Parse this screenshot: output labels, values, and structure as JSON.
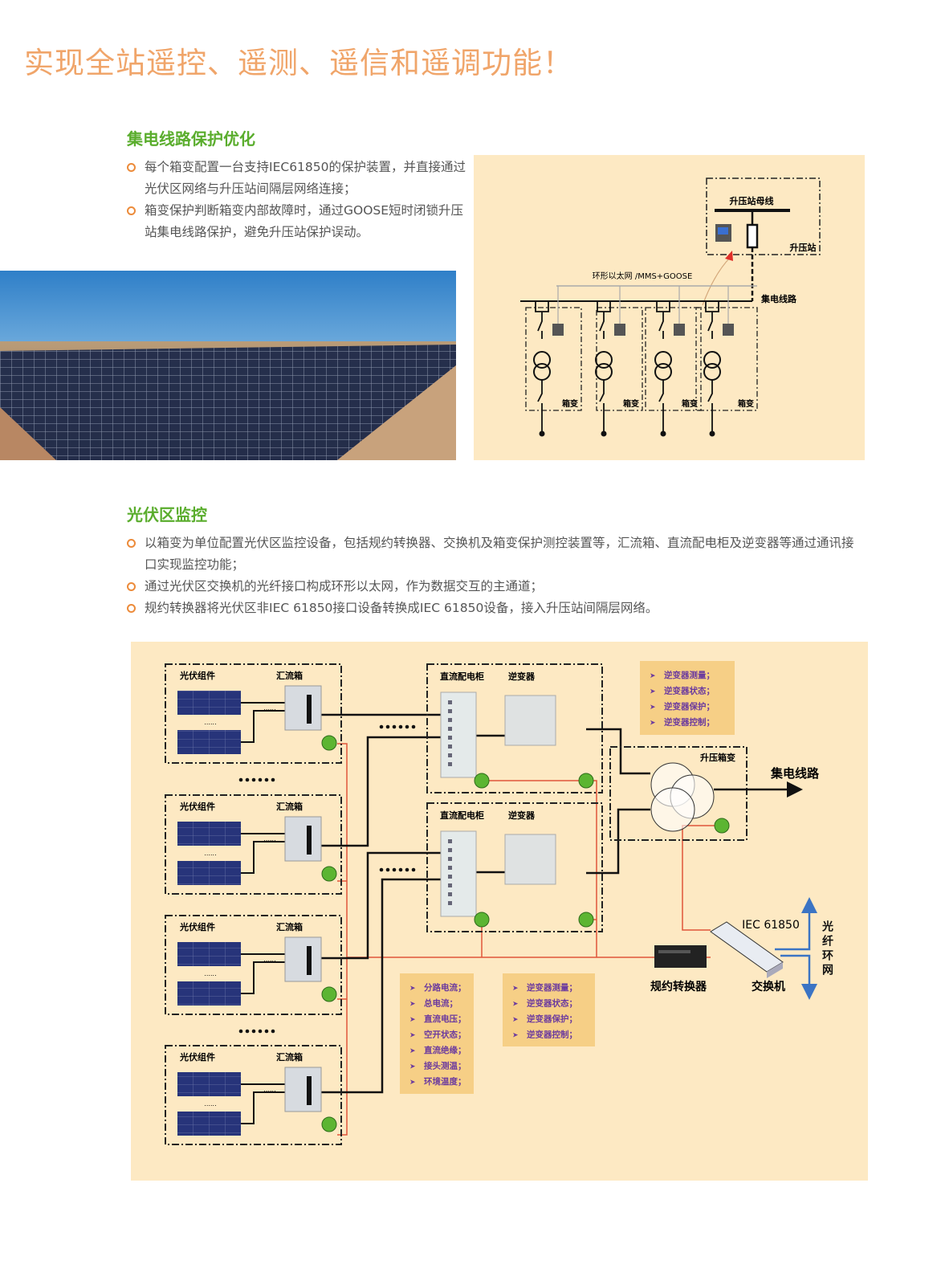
{
  "title": "实现全站遥控、遥测、遥信和遥调功能！",
  "section1": {
    "heading": "集电线路保护优化",
    "bullets": [
      "每个箱变配置一台支持IEC61850的保护装置，并直接通过光伏区网络与升压站间隔层网络连接；",
      "箱变保护判断箱变内部故障时，通过GOOSE短时闭锁升压站集电线路保护，避免升压站保护误动。"
    ],
    "diagram": {
      "bus_label": "升压站母线",
      "station_label": "升压站",
      "network_label": "环形以太网 /MMS+GOOSE",
      "feeder_label": "集电线路",
      "box_transformer_label": "箱变"
    }
  },
  "section2": {
    "heading": "光伏区监控",
    "bullets": [
      "以箱变为单位配置光伏区监控设备，包括规约转换器、交换机及箱变保护测控装置等，汇流箱、直流配电柜及逆变器等通过通讯接口实现监控功能；",
      "通过光伏区交换机的光纤接口构成环形以太网，作为数据交互的主通道；",
      "规约转换器将光伏区非IEC 61850接口设备转换成IEC 61850设备，接入升压站间隔层网络。"
    ],
    "diagram": {
      "pv_module_label": "光伏组件",
      "combiner_label": "汇流箱",
      "dc_cabinet_label": "直流配电柜",
      "inverter_label": "逆变器",
      "stepup_label": "升压箱变",
      "feeder_label": "集电线路",
      "protocol_label": "IEC 61850",
      "converter_label": "规约转换器",
      "switch_label": "交换机",
      "ring_label": "光纤环网",
      "ellipsis": "……",
      "inverter_info_top": [
        "逆变器测量；",
        "逆变器状态；",
        "逆变器保护；",
        "逆变器控制；"
      ],
      "combiner_info": [
        "分路电流；",
        "总电流；",
        "直流电压；",
        "空开状态；",
        "直流绝缘；",
        "接头测温；",
        "环境温度；"
      ],
      "inverter_info_bottom": [
        "逆变器测量；",
        "逆变器状态；",
        "逆变器保护；",
        "逆变器控制；"
      ]
    }
  },
  "colors": {
    "accent": "#f0a56a",
    "heading": "#5aad2d",
    "diagram_bg": "#fde9c3",
    "info_bg": "#f6cf86",
    "info_text": "#6b3a9e",
    "green": "#5cb532",
    "red": "#e0563a",
    "blue": "#3b74c4"
  }
}
